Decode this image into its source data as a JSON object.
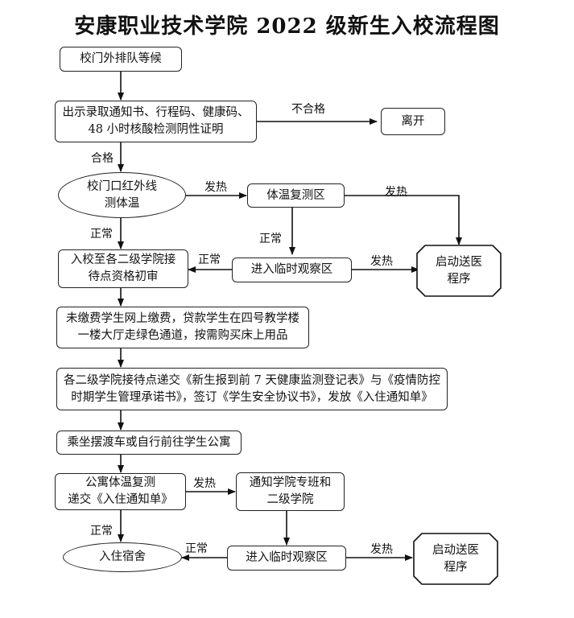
{
  "title": "安康职业技术学院 2022 级新生入校流程图",
  "nodes": {
    "n1": "校门外排队等候",
    "n2": "出示录取通知书、行程码、健康码、\n48 小时核酸检测阴性证明",
    "n3": "离开",
    "n4": "校门口红外线\n测体温",
    "n5": "体温复测区",
    "n6": "入校至各二级学院接\n待点资格初审",
    "n7": "进入临时观察区",
    "n8": "启动送医\n程序",
    "n9": "未缴费学生网上缴费，贷款学生在四号教学楼\n一楼大厅走绿色通道，按需购买床上用品",
    "n10": "各二级学院接待点递交《新生报到前 7 天健康监测登记表》与《疫情防控\n时期学生管理承诺书》，签订《学生安全协议书》，发放《入住通知单》",
    "n11": "乘坐摆渡车或自行前往学生公寓",
    "n12": "公寓体温复测\n递交《入住通知单》",
    "n13": "通知学院专班和\n二级学院",
    "n14": "入住宿舍",
    "n15": "进入临时观察区",
    "n16": "启动送医\n程序"
  },
  "labels": {
    "unqualified": "不合格",
    "qualified": "合格",
    "fever1": "发热",
    "fever2": "发热",
    "fever3": "发热",
    "fever4": "发热",
    "fever5": "发热",
    "normal1": "正常",
    "normal2": "正常",
    "normal3": "正常",
    "normal4": "正常",
    "normal5": "正常"
  }
}
